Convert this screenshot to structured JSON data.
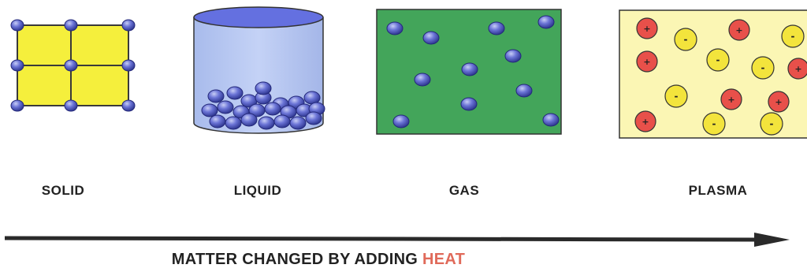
{
  "states": [
    {
      "id": "solid",
      "label": "SOLID"
    },
    {
      "id": "liquid",
      "label": "LIQUID"
    },
    {
      "id": "gas",
      "label": "GAS"
    },
    {
      "id": "plasma",
      "label": "PLASMA"
    }
  ],
  "caption": {
    "text": "MATTER CHANGED BY ADDING ",
    "highlight": "HEAT"
  },
  "plasma": {
    "positive_symbol": "+",
    "negative_symbol": "-"
  },
  "colors": {
    "solid_fill": "#f5ef3c",
    "particle": "#5a64c8",
    "liquid_fill": "#b8c8f0",
    "liquid_top": "#6470e0",
    "gas_fill": "#43a55a",
    "plasma_fill": "#fbf6b4",
    "positive_ion": "#e8504a",
    "negative_ion": "#f3e43c",
    "arrow": "#2a2a2a",
    "heat_text": "#e06a5a"
  },
  "icons": [
    "solid-lattice",
    "liquid-container",
    "gas-particles",
    "plasma-ions",
    "heat-arrow"
  ]
}
